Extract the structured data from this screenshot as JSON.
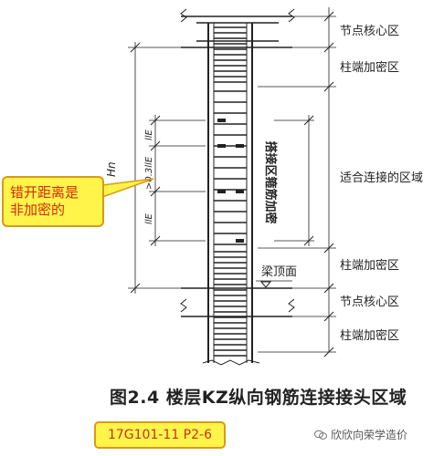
{
  "labels": {
    "node_core_top": "节点核心区",
    "col_end_dense_top": "柱端加密区",
    "suitable_zone": "适合连接的区域",
    "col_end_dense_bottom": "柱端加密区",
    "node_core_bottom": "节点核心区",
    "col_end_dense_lower": "柱端加密区",
    "beam_top": "梁顶面",
    "splice_zone": "搭接区箍筋加密",
    "hn": "Hn",
    "lle_top": "llE",
    "offset": ">0.3llE",
    "lle_bottom": "llE"
  },
  "callout": {
    "line1": "错开距离是",
    "line2": "非加密的"
  },
  "caption": "图2.4   楼层KZ纵向钢筋连接接头区域",
  "reference": "17G101-11 P2-6",
  "watermark": "欣欣向荣学造价",
  "colors": {
    "callout_bg": "#fff44a",
    "callout_border": "#d89a16",
    "callout_text": "#d42a10"
  }
}
